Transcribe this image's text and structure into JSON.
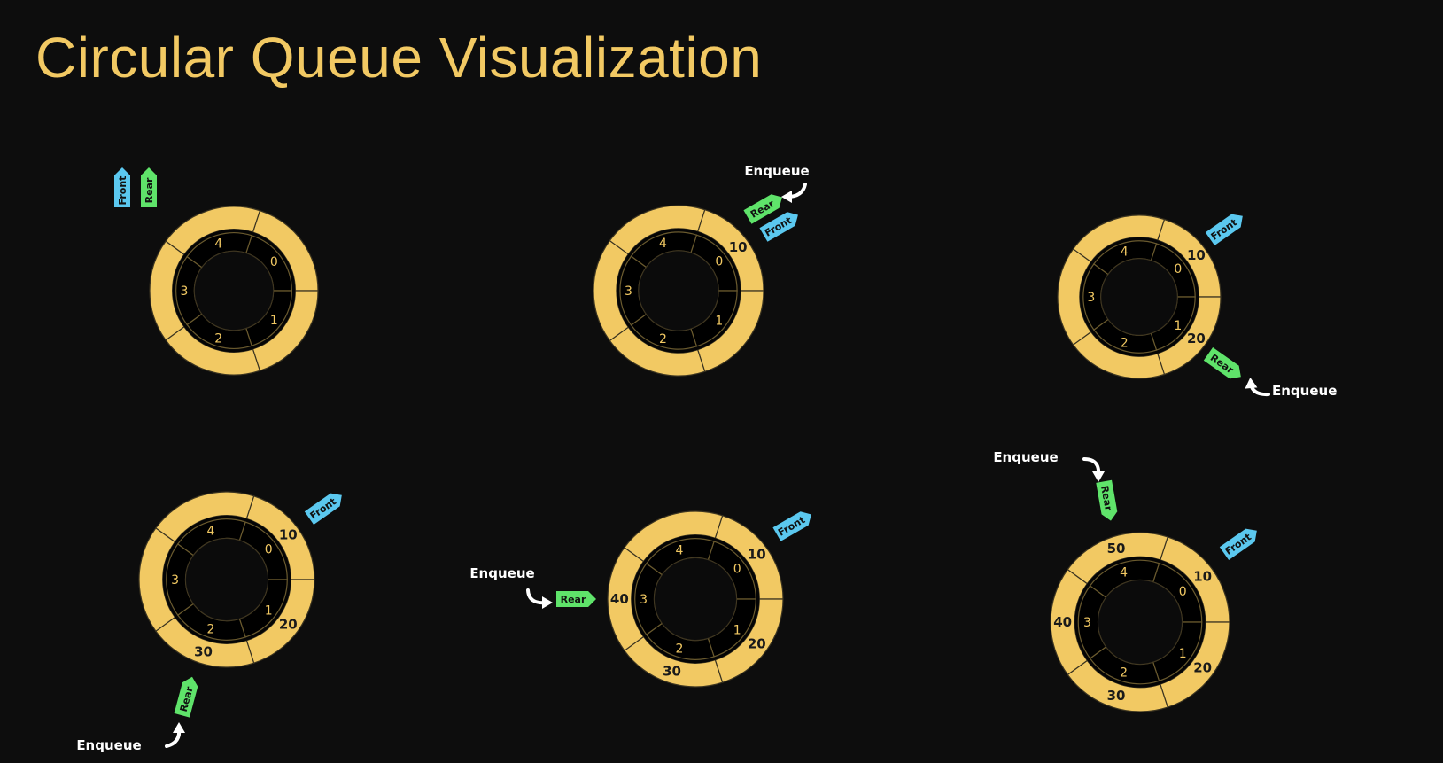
{
  "title": "Circular Queue Visualization",
  "colors": {
    "background": "#0d0d0d",
    "ring": "#f2c963",
    "inner": "#050505",
    "index_text": "#f2c963",
    "front": "#5bc8ef",
    "rear": "#5fe36a",
    "annotation": "#ffffff"
  },
  "labels": {
    "front": "Front",
    "rear": "Rear",
    "enqueue": "Enqueue"
  },
  "states": [
    {
      "indices": [
        "0",
        "1",
        "2",
        "3",
        "4"
      ],
      "values": [
        "",
        "",
        "",
        "",
        ""
      ],
      "front": "",
      "rear": "",
      "enqueue": false
    },
    {
      "indices": [
        "0",
        "1",
        "2",
        "3",
        "4"
      ],
      "values": [
        "10",
        "",
        "",
        "",
        ""
      ],
      "front": "0",
      "rear": "0",
      "enqueue": true
    },
    {
      "indices": [
        "0",
        "1",
        "2",
        "3",
        "4"
      ],
      "values": [
        "10",
        "20",
        "",
        "",
        ""
      ],
      "front": "0",
      "rear": "1",
      "enqueue": true
    },
    {
      "indices": [
        "0",
        "1",
        "2",
        "3",
        "4"
      ],
      "values": [
        "10",
        "20",
        "30",
        "",
        ""
      ],
      "front": "0",
      "rear": "2",
      "enqueue": true
    },
    {
      "indices": [
        "0",
        "1",
        "2",
        "3",
        "4"
      ],
      "values": [
        "10",
        "20",
        "30",
        "40",
        ""
      ],
      "front": "0",
      "rear": "3",
      "enqueue": true
    },
    {
      "indices": [
        "0",
        "1",
        "2",
        "3",
        "4"
      ],
      "values": [
        "10",
        "20",
        "30",
        "40",
        "50"
      ],
      "front": "0",
      "rear": "4",
      "enqueue": true
    }
  ]
}
